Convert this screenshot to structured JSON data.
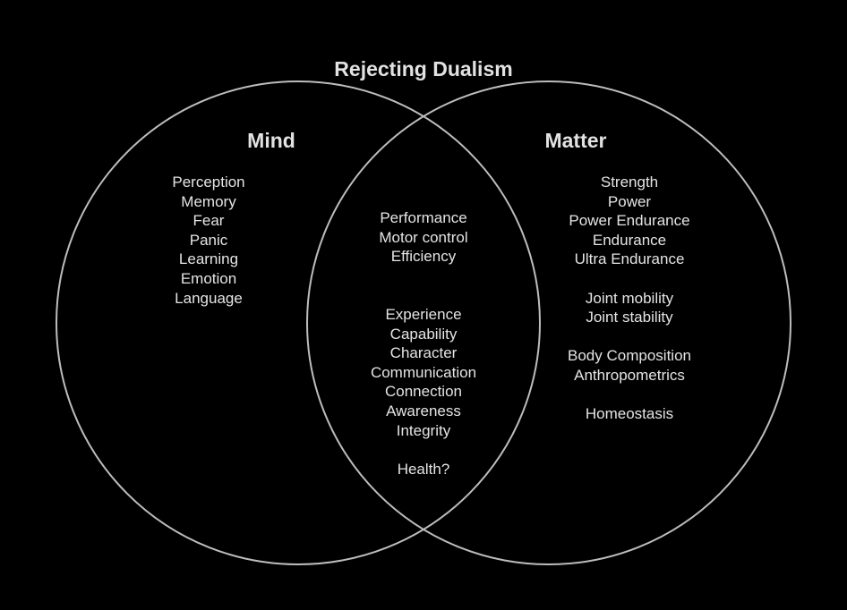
{
  "title": "Rejecting Dualism",
  "sets": {
    "mind": {
      "label": "Mind",
      "items": [
        "Perception",
        "Memory",
        "Fear",
        "Panic",
        "Learning",
        "Emotion",
        "Language"
      ]
    },
    "matter": {
      "label": "Matter",
      "groups": [
        [
          "Strength",
          "Power",
          "Power Endurance",
          "Endurance",
          "Ultra Endurance"
        ],
        [
          "Joint mobility",
          "Joint stability"
        ],
        [
          "Body Composition",
          "Anthropometrics"
        ],
        [
          "Homeostasis"
        ]
      ]
    },
    "overlap": {
      "groups": [
        [
          "Performance",
          "Motor control",
          "Efficiency"
        ],
        [
          "Experience",
          "Capability",
          "Character",
          "Communication",
          "Connection",
          "Awareness",
          "Integrity"
        ],
        [
          "Health?"
        ]
      ]
    }
  },
  "colors": {
    "background": "#000000",
    "circle_stroke": "#bdbdbd",
    "text": "#e2e2e2"
  }
}
